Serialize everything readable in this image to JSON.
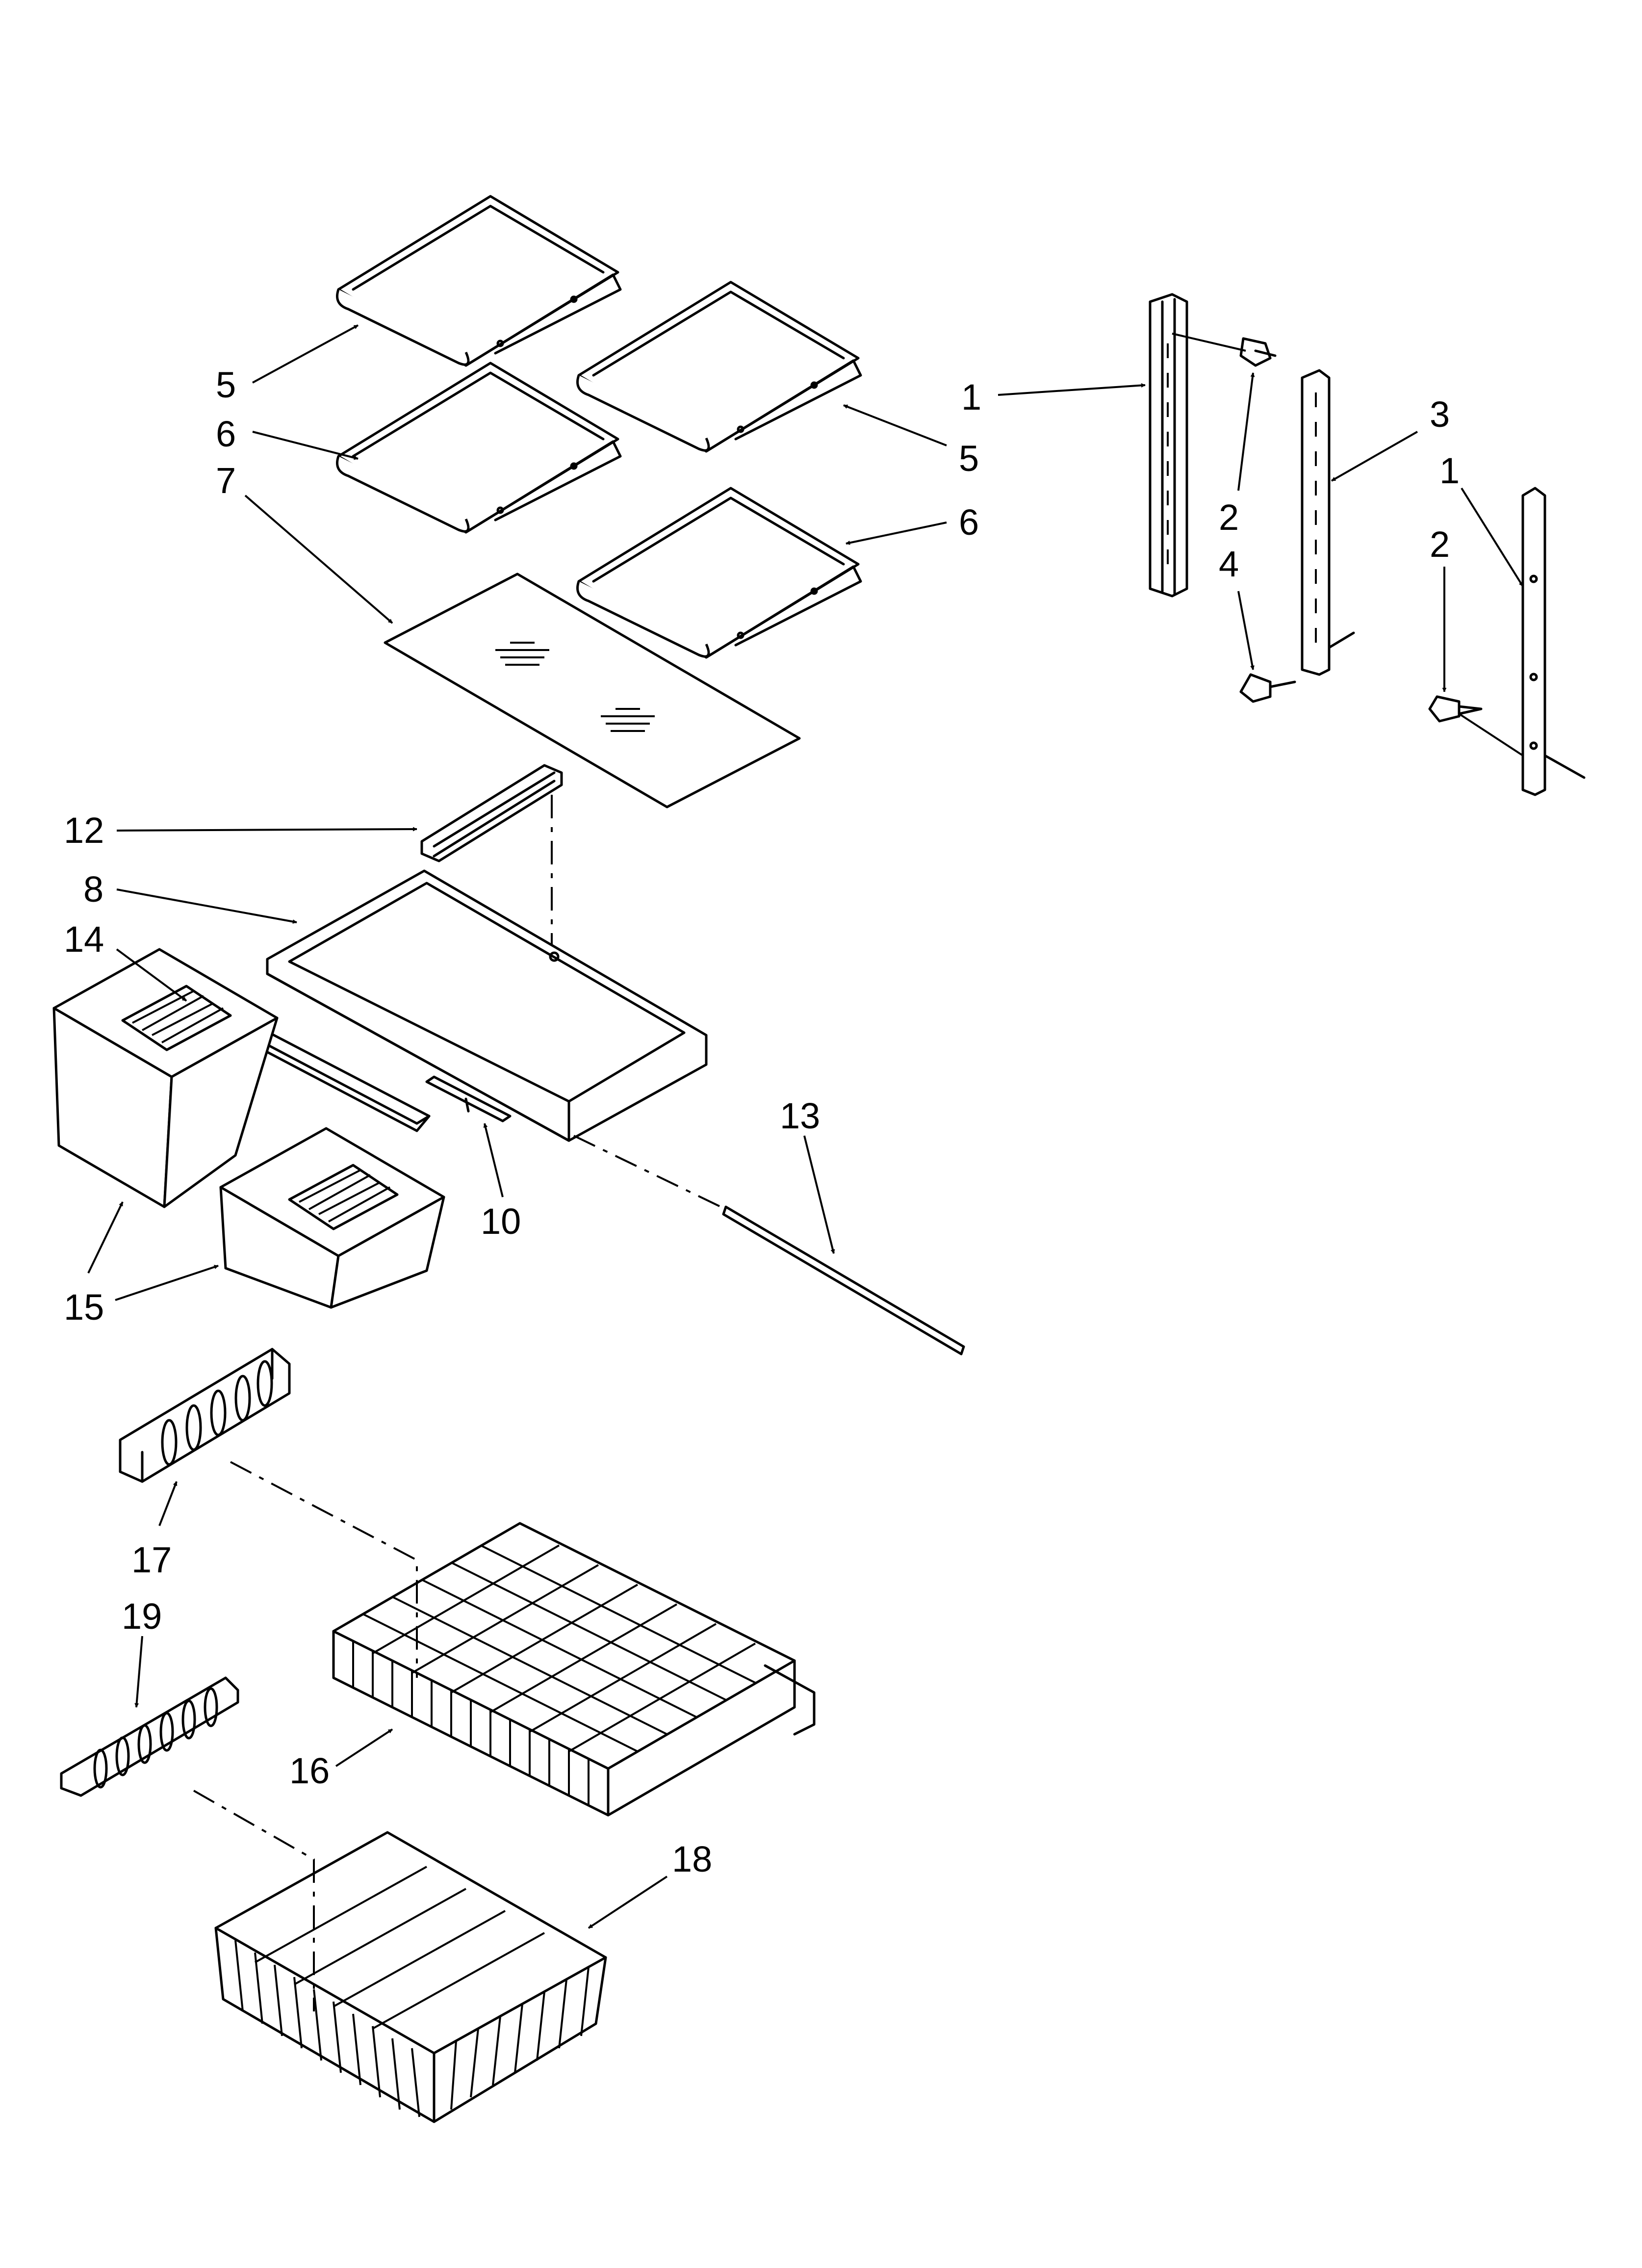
{
  "colors": {
    "ink": "#000000",
    "paper": "#ffffff"
  },
  "labels": [
    {
      "id": "l5a",
      "text": "5"
    },
    {
      "id": "l6a",
      "text": "6"
    },
    {
      "id": "l7",
      "text": "7"
    },
    {
      "id": "l5b",
      "text": "5"
    },
    {
      "id": "l6b",
      "text": "6"
    },
    {
      "id": "l1a",
      "text": "1"
    },
    {
      "id": "l2a",
      "text": "2"
    },
    {
      "id": "l4",
      "text": "4"
    },
    {
      "id": "l3",
      "text": "3"
    },
    {
      "id": "l1b",
      "text": "1"
    },
    {
      "id": "l2b",
      "text": "2"
    },
    {
      "id": "l12",
      "text": "12"
    },
    {
      "id": "l8",
      "text": "8"
    },
    {
      "id": "l14",
      "text": "14"
    },
    {
      "id": "l13",
      "text": "13"
    },
    {
      "id": "l10",
      "text": "10"
    },
    {
      "id": "l15",
      "text": "15"
    },
    {
      "id": "l17",
      "text": "17"
    },
    {
      "id": "l19",
      "text": "19"
    },
    {
      "id": "l16",
      "text": "16"
    },
    {
      "id": "l18",
      "text": "18"
    }
  ]
}
